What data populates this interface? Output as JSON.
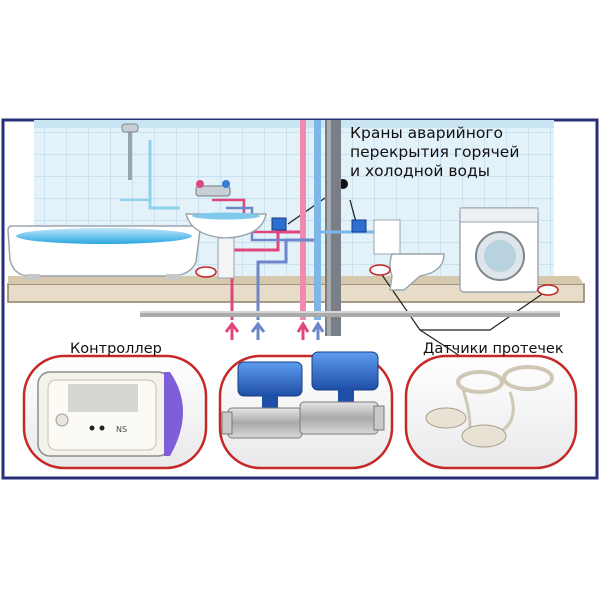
{
  "callout": {
    "lines": [
      "Краны аварийного",
      "перекрытия горячей",
      "и холодной воды"
    ]
  },
  "panels": {
    "controller": {
      "label": "Контроллер",
      "brand": "NS"
    },
    "sensors": {
      "label": "Датчики протечек"
    }
  },
  "colors": {
    "frame": "#2a2f7a",
    "tile": "#d9edf7",
    "tile_grid": "#b7d8ea",
    "floor": "#e8dcc6",
    "hot_pipe": "#e0457b",
    "cold_pipe": "#6d86c9",
    "valve_blue": "#2f6fd0",
    "panel_border": "#c62828"
  }
}
